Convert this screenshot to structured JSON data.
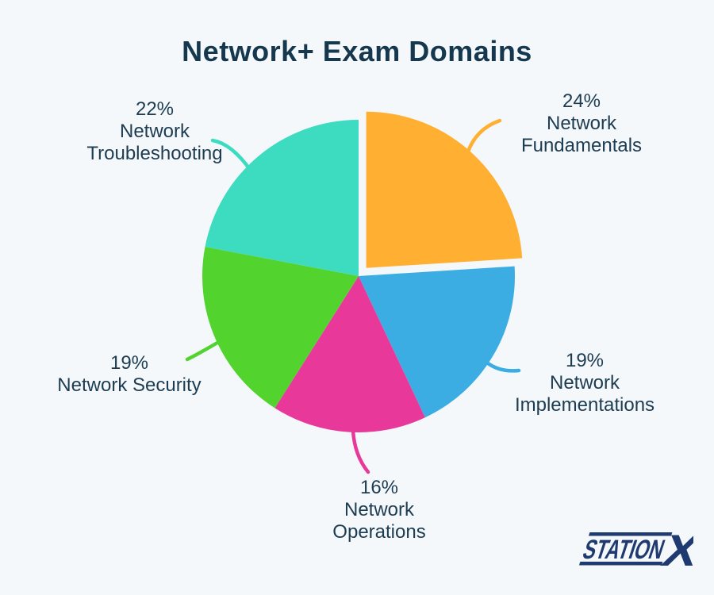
{
  "title": "Network+ Exam Domains",
  "colors": {
    "background": "#F4F8FB",
    "title_text": "#16384F",
    "label_text": "#1D3C52",
    "logo": "#1E3A70"
  },
  "chart_data": {
    "type": "pie",
    "title": "Network+ Exam Domains",
    "total": 100,
    "start_angle_deg": 0,
    "direction": "clockwise",
    "legend_position": "outside-callouts",
    "slices": [
      {
        "label": "Network Fundamentals",
        "percent": 24,
        "color": "#FFB033",
        "exploded": true,
        "label_lines": [
          "24%",
          "Network",
          "Fundamentals"
        ]
      },
      {
        "label": "Network Implementations",
        "percent": 19,
        "color": "#3BADE3",
        "exploded": false,
        "label_lines": [
          "19%",
          "Network",
          "Implementations"
        ]
      },
      {
        "label": "Network Operations",
        "percent": 16,
        "color": "#E8399A",
        "exploded": false,
        "label_lines": [
          "16%",
          "Network",
          "Operations"
        ]
      },
      {
        "label": "Network Security",
        "percent": 19,
        "color": "#53D32E",
        "exploded": false,
        "label_lines": [
          "19%",
          "Network Security"
        ]
      },
      {
        "label": "Network Troubleshooting",
        "percent": 22,
        "color": "#3DDBBF",
        "exploded": false,
        "label_lines": [
          "22%",
          "Network",
          "Troubleshooting"
        ]
      }
    ]
  },
  "footer": {
    "logo_station": "STATION",
    "logo_x": "X"
  }
}
